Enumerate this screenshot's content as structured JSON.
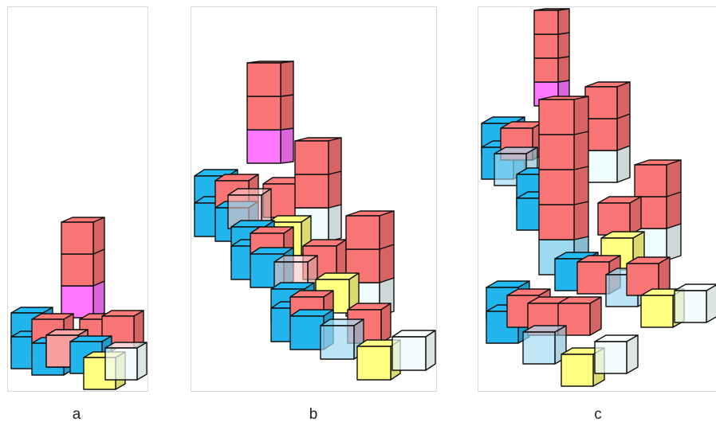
{
  "colors": {
    "red": "#f97474",
    "blue": "#22b4ec",
    "yellow": "#ffff80",
    "magenta": "#ff77ff",
    "ghost_red": "#f7c2c2",
    "ghost_blue": "#9ed9f2",
    "ghost_yellow": "#f4f4b0",
    "clear": "#eefcfc",
    "edge": "#111111",
    "border": "#d9d9d9"
  },
  "panels": [
    {
      "id": "a",
      "caption": "a"
    },
    {
      "id": "b",
      "caption": "b"
    },
    {
      "id": "c",
      "caption": "c"
    }
  ]
}
